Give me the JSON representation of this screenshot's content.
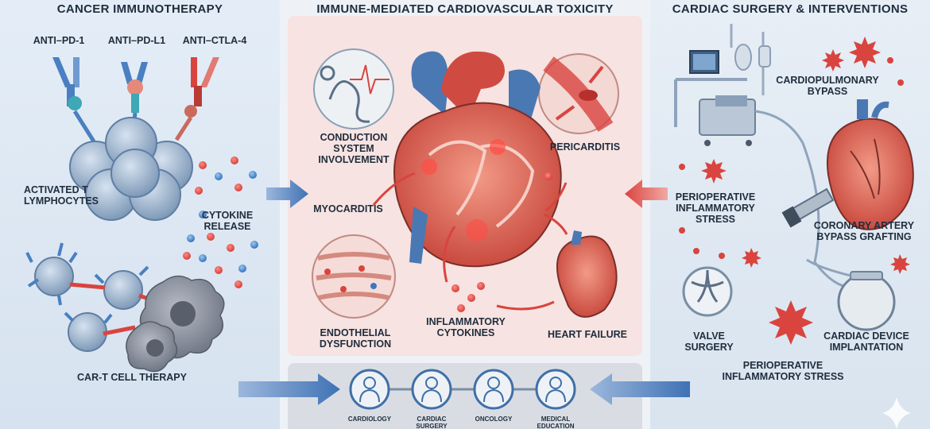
{
  "colors": {
    "blue": "#4a7fc1",
    "red": "#d9443f",
    "dark": "#1f2d3d"
  },
  "left": {
    "title": "CANCER IMMUNOTHERAPY",
    "antibody_pd1": "ANTI–PD-1",
    "antibody_pdl1": "ANTI–PD-L1",
    "antibody_ctla4": "ANTI–CTLA-4",
    "activated_t": "ACTIVATED T\nLYMPHOCYTES",
    "cytokine_release": "CYTOKINE\nRELEASE",
    "car_t": "CAR-T CELL THERAPY"
  },
  "center": {
    "title": "IMMUNE-MEDIATED CARDIOVASCULAR TOXICITY",
    "conduction": "CONDUCTION\nSYSTEM\nINVOLVEMENT",
    "pericarditis": "PERICARDITIS",
    "myocarditis": "MYOCARDITIS",
    "endothelial": "ENDOTHELIAL\nDYSFUNCTION",
    "inflammatory_cytokines": "INFLAMMATORY\nCYTOKINES",
    "heart_failure": "HEART FAILURE"
  },
  "right": {
    "title": "CARDIAC SURGERY & INTERVENTIONS",
    "cpb": "CARDIOPULMONARY\nBYPASS",
    "periop_stress": "PERIOPERATIVE\nINFLAMMATORY\nSTRESS",
    "cabg": "CORONARY ARTERY\nBYPASS GRAFTING",
    "valve": "VALVE\nSURGERY",
    "device": "CARDIAC DEVICE\nIMPLANTATION",
    "periop_stress_2": "PERIOPERATIVE\nINFLAMMATORY STRESS"
  },
  "team": [
    {
      "label": "CARDIOLOGY",
      "icon": "doctor-icon"
    },
    {
      "label": "CARDIAC\nSURGERY",
      "icon": "surgeon-icon"
    },
    {
      "label": "ONCOLOGY",
      "icon": "oncologist-icon"
    },
    {
      "label": "MEDICAL\nEDUCATION",
      "icon": "educator-icon"
    }
  ]
}
